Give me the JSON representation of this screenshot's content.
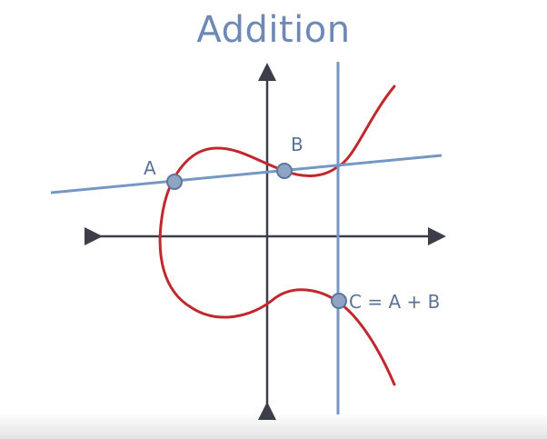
{
  "title": "Addition",
  "points": {
    "a_label": "A",
    "b_label": "B",
    "c_label": "C = A + B"
  },
  "colors": {
    "title": "#6d89b4",
    "axes": "#3c3f4a",
    "curve": "#c0282e",
    "lines": "#7597c4",
    "point_fill": "#8ea4c2",
    "point_stroke": "#5d779c",
    "label_text": "#5b7296"
  }
}
